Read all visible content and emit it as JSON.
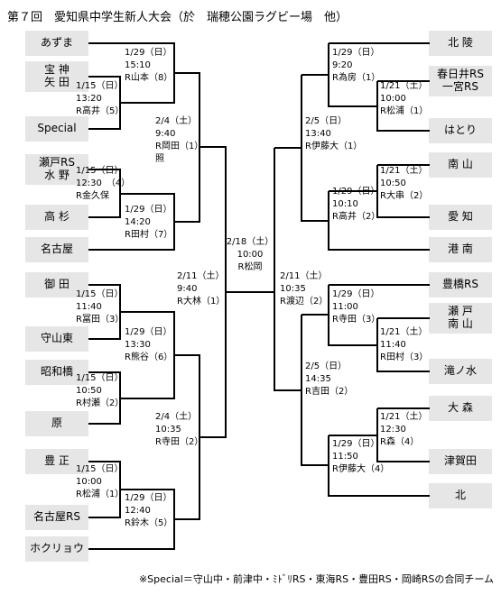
{
  "title": "第７回　愛知県中学生新人大会（於　瑞穂公園ラグビー場　他）",
  "footnote": "※Special＝守山中・前津中・ﾐﾄﾞﾘRS・東海RS・豊田RS・岡崎RSの合同チーム",
  "teams": {
    "left": [
      "あずま",
      "宝 神\n矢 田",
      "Special",
      "瀬戸RS\n水 野",
      "高 杉",
      "名古屋",
      "御 田",
      "守山東",
      "昭和橋",
      "原",
      "豊 正",
      "名古屋RS",
      "ホクリョウ"
    ],
    "right": [
      "北 陵",
      "春日井RS\n一宮RS",
      "はとり",
      "南 山",
      "愛 知",
      "港 南",
      "豊橋RS",
      "瀬 戸\n南 山",
      "滝ノ水",
      "大 森",
      "津賀田",
      "北"
    ]
  },
  "games": {
    "L1": [
      "1/15（日）",
      "13:20",
      "R高井（5）"
    ],
    "L2": [
      "1/15（日）",
      "12:30　（4）",
      "R金久保"
    ],
    "L3": [
      "1/15（日）",
      "11:40",
      "R冨田（3）"
    ],
    "L4": [
      "1/15（日）",
      "10:50",
      "R村瀬（2）"
    ],
    "L5": [
      "1/15（日）",
      "10:00",
      "R松浦（1）"
    ],
    "L6": [
      "1/29（日）",
      "15:10",
      "R山本（8）"
    ],
    "L7": [
      "1/29（日）",
      "14:20",
      "R田村（7）"
    ],
    "L8": [
      "1/29（日）",
      "13:30",
      "R熊谷（6）"
    ],
    "L9": [
      "1/29（日）",
      "12:40",
      "R鈴木（5）"
    ],
    "L10": [
      "2/4（土）",
      "9:40",
      "R岡田（1）",
      "照"
    ],
    "L11": [
      "2/4（土）",
      "10:35",
      "R寺田（2）"
    ],
    "L12": [
      "2/11（土）",
      "9:40",
      "R大林（1）"
    ],
    "F": [
      "2/18（土）",
      "10:00",
      "R松岡"
    ],
    "R12": [
      "2/11（土）",
      "10:35",
      "R渡辺（2）"
    ],
    "R10": [
      "2/5（日）",
      "13:40",
      "R伊藤大（1）"
    ],
    "R11": [
      "2/5（日）",
      "14:35",
      "R吉田（2）"
    ],
    "R6": [
      "1/29（日）",
      "9:20",
      "R為房（1）"
    ],
    "R7": [
      "1/29（日）",
      "10:10",
      "R高井（2）"
    ],
    "R8": [
      "1/29（日）",
      "11:00",
      "R寺田（3）"
    ],
    "R9": [
      "1/29（日）",
      "11:50",
      "R伊藤大（4）"
    ],
    "R1": [
      "1/21（土）",
      "10:00",
      "R松浦（1）"
    ],
    "R2": [
      "1/21（土）",
      "10:50",
      "R大串（2）"
    ],
    "R3": [
      "1/21（土）",
      "11:40",
      "R田村（3）"
    ],
    "R4": [
      "1/21（土）",
      "12:30",
      "R森（4）"
    ]
  }
}
